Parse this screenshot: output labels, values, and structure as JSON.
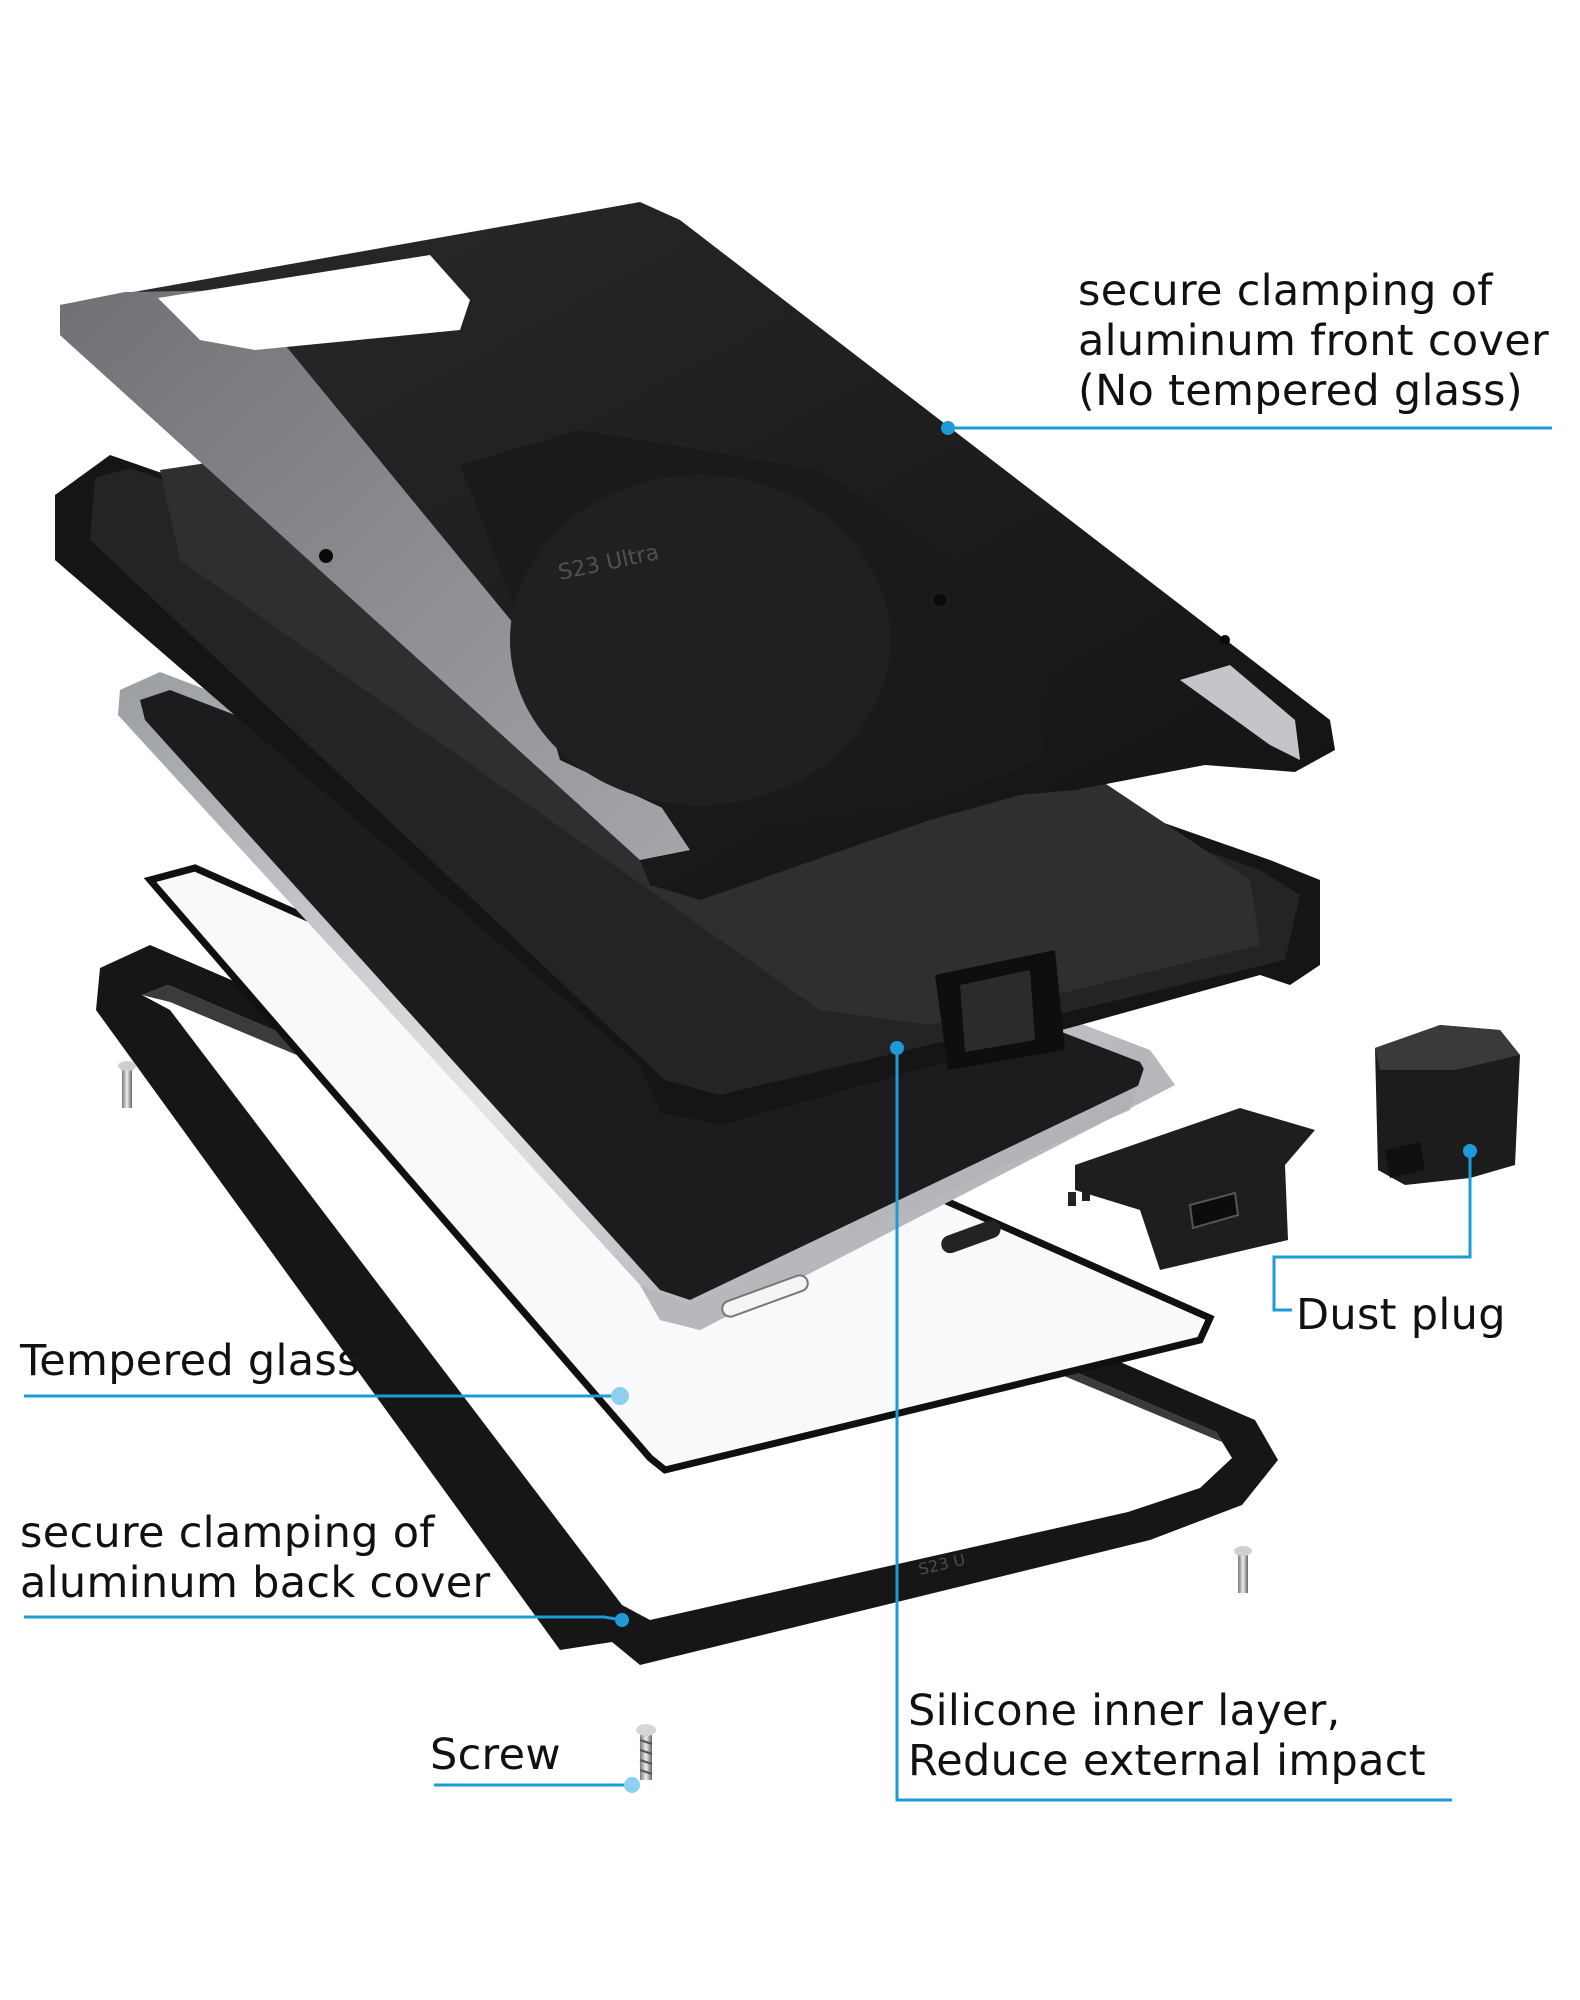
{
  "callouts": {
    "front_cover": {
      "line1": "secure clamping of",
      "line2": "aluminum front cover",
      "line3": "(No tempered glass)"
    },
    "dust_plug": {
      "line1": "Dust plug"
    },
    "tempered_glass": {
      "line1": "Tempered glass"
    },
    "back_cover": {
      "line1": "secure clamping of",
      "line2": "aluminum back cover"
    },
    "silicone_layer": {
      "line1": "Silicone inner layer,",
      "line2": "Reduce external impact"
    },
    "screw": {
      "line1": "Screw"
    }
  },
  "product_marks": {
    "front_cover_engraving": "S23 Ultra",
    "back_frame_engraving": "S23 U"
  },
  "colors": {
    "leader_line": "#1e9ad6",
    "label_text": "#111111",
    "case_black": "#1b1b1d",
    "case_gray": "#8a8c90",
    "phone_silver": "#c9cbce"
  }
}
